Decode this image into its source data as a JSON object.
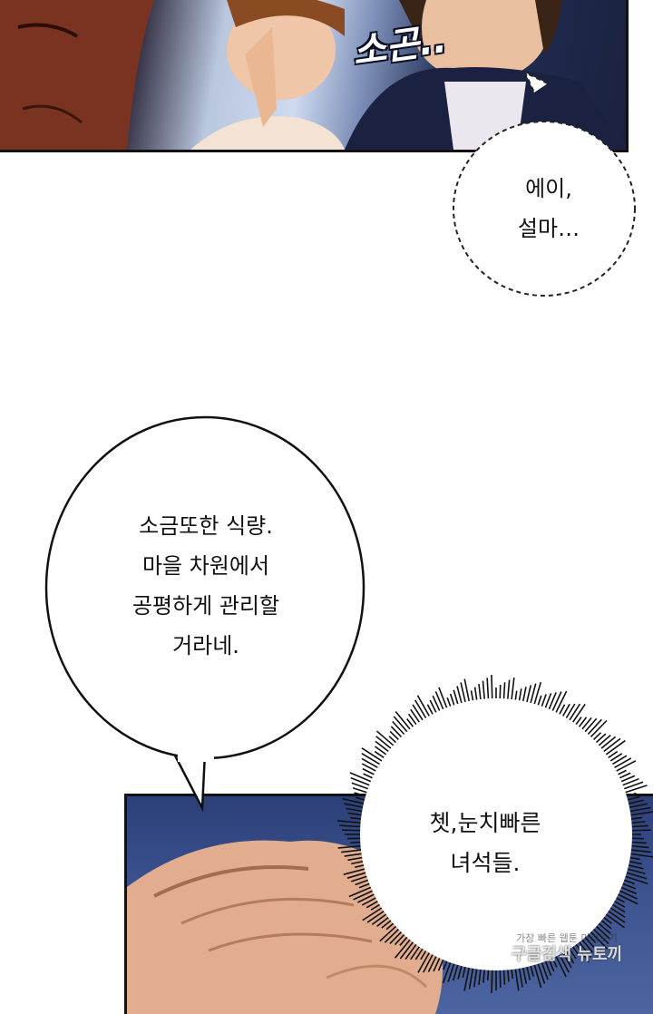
{
  "sfx": {
    "whisper": "소곤.."
  },
  "bubbles": {
    "dashed": {
      "line1": "에이,",
      "line2": "설마…"
    },
    "speech": {
      "line1": "소금또한 식량.",
      "line2": "마을 차원에서",
      "line3": "공평하게 관리할",
      "line4": "거라네."
    },
    "burst": {
      "line1": "쳇,눈치빠른",
      "line2": "녀석들."
    }
  },
  "watermark": {
    "line1": "가장 빠른 웹툰 미리보기",
    "line2": "구글검색 뉴토끼"
  }
}
